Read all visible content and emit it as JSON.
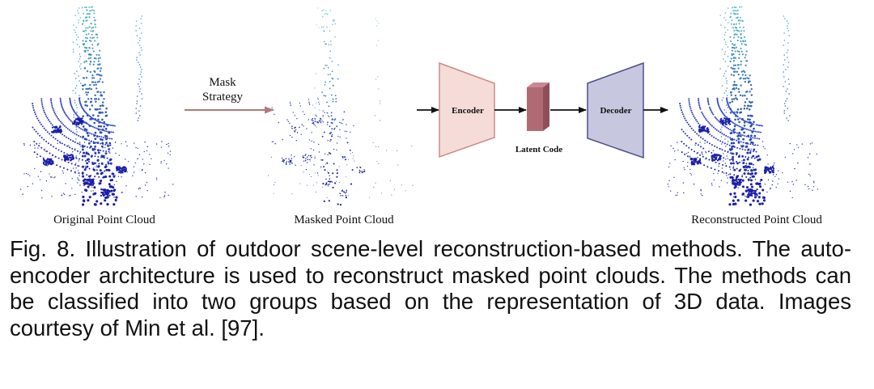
{
  "diagram": {
    "labels": {
      "original": "Original Point Cloud",
      "masked": "Masked Point Cloud",
      "reconstructed": "Reconstructed Point Cloud"
    },
    "arrow_label_line1": "Mask",
    "arrow_label_line2": "Strategy",
    "encoder": "Encoder",
    "decoder": "Decoder",
    "latent": "Latent Code",
    "colors": {
      "encoder_fill": "#f5dcd8",
      "encoder_stroke": "#c98b86",
      "decoder_fill": "#c7c8e0",
      "decoder_stroke": "#4a4f8a",
      "latent_fill": "#b06a72",
      "mask_arrow": "#b07a7a",
      "points_dense": "#1a1fa6",
      "points_mid": "#3a4fd0",
      "points_light": "#56c2c9"
    }
  },
  "caption": "Fig. 8. Illustration of outdoor scene-level reconstruction-based methods. The auto-encoder architecture is used to reconstruct masked point clouds. The methods can be classified into two groups based on the representation of 3D data. Images courtesy of Min et al. [97]."
}
